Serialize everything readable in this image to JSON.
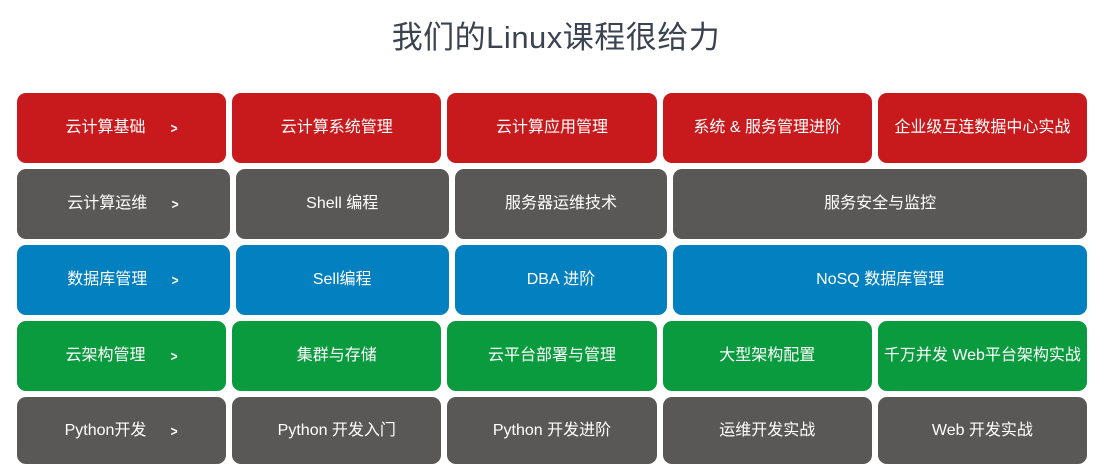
{
  "page": {
    "title": "我们的Linux课程很给力",
    "background": "#ffffff",
    "title_color": "#3b4250"
  },
  "colors": {
    "red": "#c8191c",
    "gray": "#5a5856",
    "blue": "#0380c0",
    "green": "#0a9b3e",
    "card_text": "#ffffff"
  },
  "chevron": ">",
  "rows": [
    {
      "theme": "red",
      "cards": [
        {
          "label": "云计算基础",
          "chevron": ">",
          "span": 1
        },
        {
          "label": "云计算系统管理",
          "span": 1
        },
        {
          "label": "云计算应用管理",
          "span": 1
        },
        {
          "label": "系统 & 服务管理进阶",
          "span": 1
        },
        {
          "label": "企业级互连数据中心实战",
          "span": 1
        }
      ]
    },
    {
      "theme": "gray",
      "cards": [
        {
          "label": "云计算运维",
          "chevron": ">",
          "span": 1
        },
        {
          "label": "Shell 编程",
          "span": 1
        },
        {
          "label": "服务器运维技术",
          "span": 1
        },
        {
          "label": "服务安全与监控",
          "span": 2
        }
      ]
    },
    {
      "theme": "blue",
      "cards": [
        {
          "label": "数据库管理",
          "chevron": ">",
          "span": 1
        },
        {
          "label": "Sell编程",
          "span": 1
        },
        {
          "label": "DBA 进阶",
          "span": 1
        },
        {
          "label": "NoSQ 数据库管理",
          "span": 2
        }
      ]
    },
    {
      "theme": "green",
      "cards": [
        {
          "label": "云架构管理",
          "chevron": ">",
          "span": 1
        },
        {
          "label": "集群与存储",
          "span": 1
        },
        {
          "label": "云平台部署与管理",
          "span": 1
        },
        {
          "label": "大型架构配置",
          "span": 1
        },
        {
          "label": "千万并发 Web平台架构实战",
          "span": 1
        }
      ]
    },
    {
      "theme": "gray",
      "cards": [
        {
          "label": "Python开发",
          "chevron": ">",
          "span": 1
        },
        {
          "label": "Python 开发入门",
          "span": 1
        },
        {
          "label": "Python 开发进阶",
          "span": 1
        },
        {
          "label": "运维开发实战",
          "span": 1
        },
        {
          "label": "Web 开发实战",
          "span": 1
        }
      ]
    }
  ]
}
